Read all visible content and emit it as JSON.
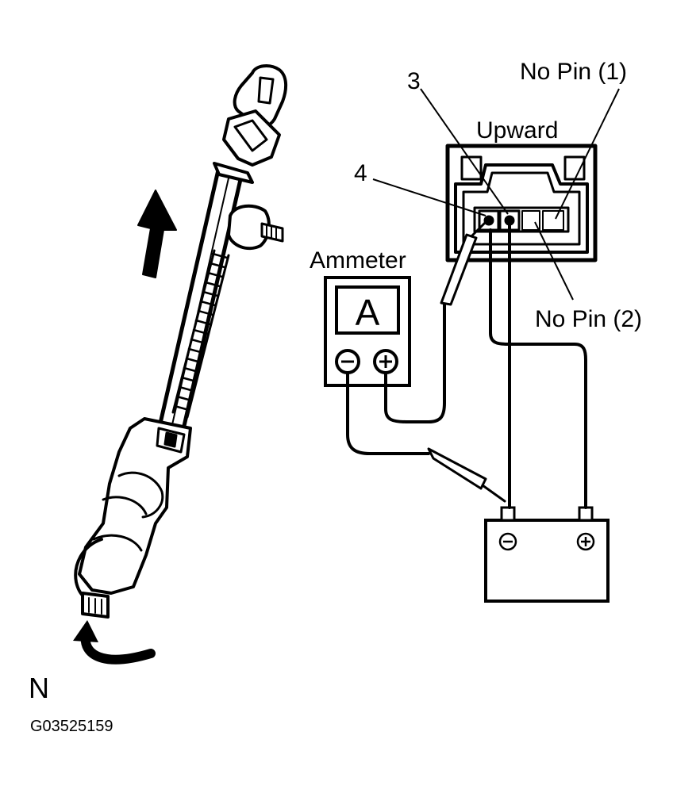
{
  "labels": {
    "upward": "Upward",
    "no_pin_1": "No Pin (1)",
    "no_pin_2": "No Pin (2)",
    "pin_3": "3",
    "pin_4": "4",
    "ammeter": "Ammeter",
    "ammeter_display": "A",
    "minus": "−",
    "plus": "+",
    "corner_letter": "N",
    "figure_code": "G03525159"
  },
  "colors": {
    "ink": "#000000",
    "paper": "#ffffff"
  },
  "icons": {
    "up_arrow": "arrow-up-icon",
    "curved_arrow": "rotate-arrow-icon"
  }
}
